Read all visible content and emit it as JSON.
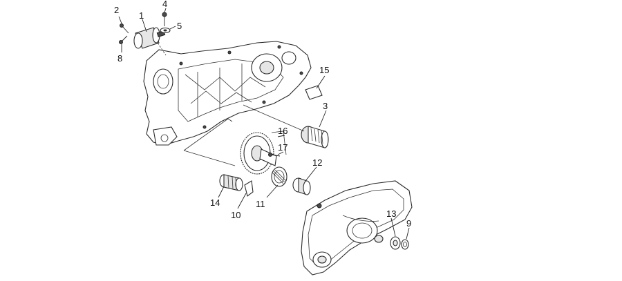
{
  "callouts": {
    "p1": "1",
    "p2": "2",
    "p3": "3",
    "p4": "4",
    "p5": "5",
    "p8": "8",
    "p9": "9",
    "p10": "10",
    "p11": "11",
    "p12": "12",
    "p13": "13",
    "p14": "14",
    "p15": "15",
    "p16": "16",
    "p17": "17"
  }
}
